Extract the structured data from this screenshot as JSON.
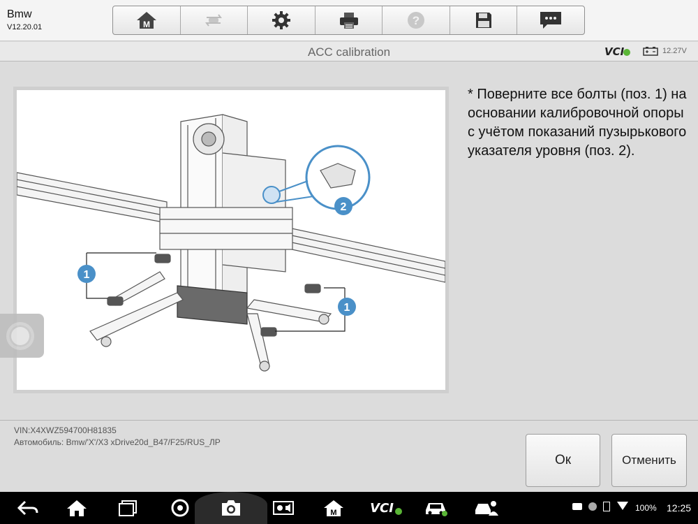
{
  "app": {
    "name": "Bmw",
    "version": "V12.20.01"
  },
  "toolbar": {
    "buttons": [
      {
        "name": "home",
        "icon": "home-m-icon"
      },
      {
        "name": "vehicle-swap",
        "icon": "vehicle-swap-icon"
      },
      {
        "name": "settings",
        "icon": "gear-icon"
      },
      {
        "name": "print",
        "icon": "printer-icon"
      },
      {
        "name": "help",
        "icon": "question-icon"
      },
      {
        "name": "save",
        "icon": "floppy-icon"
      },
      {
        "name": "messages",
        "icon": "chat-icon"
      }
    ]
  },
  "titlebar": {
    "title": "ACC calibration",
    "vci_label": "VCI",
    "voltage": "12.27V"
  },
  "main": {
    "instruction": "* Поверните все болты (поз. 1) на основании калибровочной опоры с учётом показаний пузырькового указателя уровня (поз. 2).",
    "callouts": [
      "1",
      "1",
      "2"
    ]
  },
  "vehicle_info": {
    "vin": "VIN:X4XWZ594700H81835",
    "car": "Автомобиль: Bmw/'X'/X3 xDrive20d_B47/F25/RUS_ЛР"
  },
  "buttons": {
    "ok": "Ок",
    "cancel": "Отменить"
  },
  "android": {
    "battery": "100%",
    "clock": "12:25",
    "nav_vci": "VCI"
  },
  "colors": {
    "accent_blue": "#4a90c8",
    "vci_green": "#5ab536"
  }
}
